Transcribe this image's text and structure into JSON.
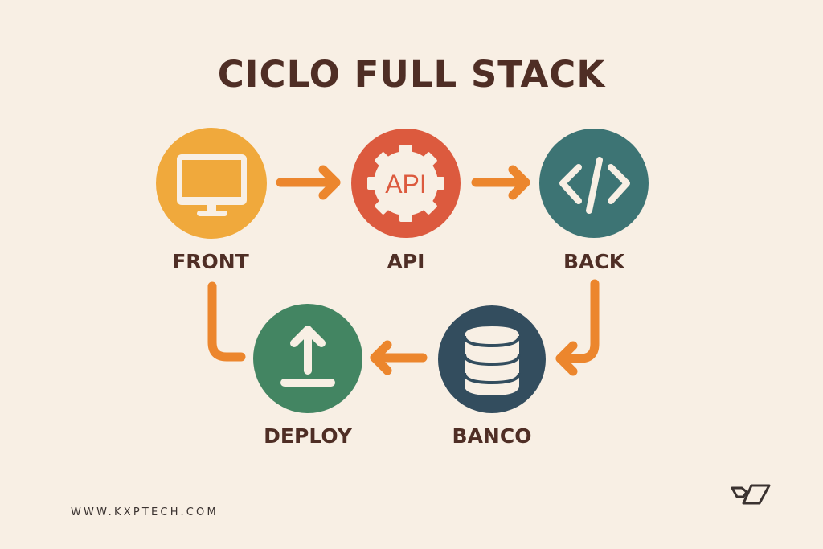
{
  "title": "CICLO FULL STACK",
  "colors": {
    "background": "#f8efe4",
    "text": "#4f2e25",
    "arrow": "#ec862d",
    "icon_fill": "#f8efe4"
  },
  "nodes": [
    {
      "id": "front",
      "label": "FRONT",
      "icon": "monitor-icon",
      "color": "#f0a93c"
    },
    {
      "id": "api",
      "label": "API",
      "icon": "gear-api-icon",
      "icon_text": "API",
      "color": "#dc5a3e"
    },
    {
      "id": "back",
      "label": "BACK",
      "icon": "code-icon",
      "color": "#3d7474"
    },
    {
      "id": "banco",
      "label": "BANCO",
      "icon": "database-icon",
      "color": "#334d5e"
    },
    {
      "id": "deploy",
      "label": "DEPLOY",
      "icon": "upload-icon",
      "color": "#438562"
    }
  ],
  "edges": [
    {
      "from": "front",
      "to": "api"
    },
    {
      "from": "api",
      "to": "back"
    },
    {
      "from": "back",
      "to": "banco"
    },
    {
      "from": "banco",
      "to": "deploy"
    },
    {
      "from": "deploy",
      "to": "front"
    }
  ],
  "footer": {
    "url": "WWW.KXPTECH.COM",
    "logo": "kxp-logo-icon"
  }
}
